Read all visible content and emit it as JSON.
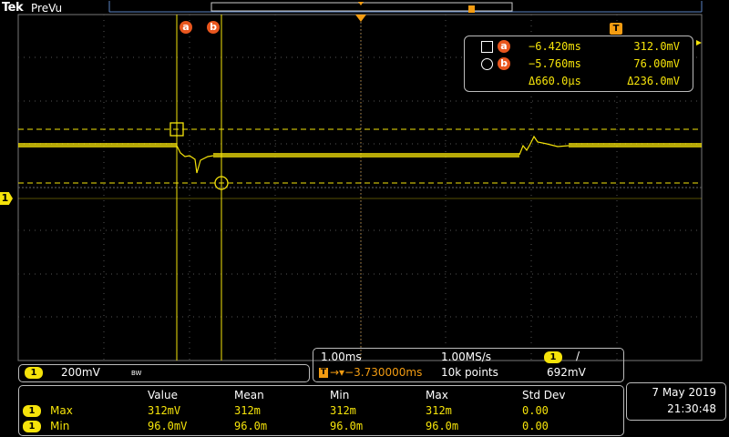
{
  "header": {
    "brand": "Tek",
    "mode": "PreVu"
  },
  "channel": {
    "number": "1",
    "color": "#f5e30a"
  },
  "cursors": {
    "a": {
      "label": "a",
      "time": "−6.420ms",
      "voltage": "312.0mV"
    },
    "b": {
      "label": "b",
      "time": "−5.760ms",
      "voltage": "76.00mV"
    },
    "delta_time": "Δ660.0μs",
    "delta_voltage": "Δ236.0mV"
  },
  "trigger_tag": "T",
  "vertical": {
    "channel": "1",
    "scale": "200mV",
    "bandwidth": "BW"
  },
  "horizontal": {
    "timebase": "1.00ms",
    "sample_rate": "1.00MS/s",
    "trigger_channel": "1",
    "trigger_slope": "/",
    "position_prefix": "T",
    "position": "→▾−3.730000ms",
    "record_length": "10k points",
    "trigger_level": "692mV"
  },
  "measurements": {
    "headers": [
      "Value",
      "Mean",
      "Min",
      "Max",
      "Std Dev"
    ],
    "rows": [
      {
        "channel": "1",
        "name": "Max",
        "values": [
          "312mV",
          "312m",
          "312m",
          "312m",
          "0.00"
        ]
      },
      {
        "channel": "1",
        "name": "Min",
        "values": [
          "96.0mV",
          "96.0m",
          "96.0m",
          "96.0m",
          "0.00"
        ]
      }
    ]
  },
  "datetime": {
    "date": "7 May 2019",
    "time": "21:30:48"
  },
  "colors": {
    "trace": "#f5e30a",
    "grid": "#7a7a7a",
    "cursor": "#f5e30a",
    "cursor_label": "#e8561e",
    "trigger": "#f39c12",
    "record_bar": "#5b84c4"
  }
}
